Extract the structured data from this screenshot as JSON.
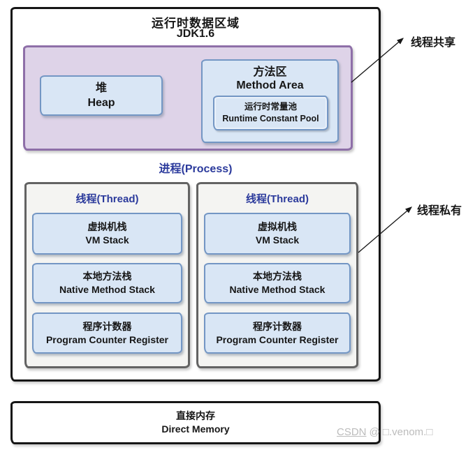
{
  "diagram": {
    "title": "运行时数据区域",
    "subtitle": "JDK1.6",
    "shared_region": {
      "heap": {
        "zh": "堆",
        "en": "Heap"
      },
      "method_area": {
        "zh": "方法区",
        "en": "Method Area",
        "runtime_constant_pool": {
          "zh": "运行时常量池",
          "en": "Runtime Constant Pool"
        }
      }
    },
    "process_label": "进程(Process)",
    "threads": [
      {
        "title": "线程(Thread)",
        "items": [
          {
            "zh": "虚拟机栈",
            "en": "VM Stack"
          },
          {
            "zh": "本地方法栈",
            "en": "Native Method Stack"
          },
          {
            "zh": "程序计数器",
            "en": "Program Counter Register"
          }
        ]
      },
      {
        "title": "线程(Thread)",
        "items": [
          {
            "zh": "虚拟机栈",
            "en": "VM Stack"
          },
          {
            "zh": "本地方法栈",
            "en": "Native Method Stack"
          },
          {
            "zh": "程序计数器",
            "en": "Program Counter Register"
          }
        ]
      }
    ],
    "annotations": {
      "shared": "线程共享",
      "private": "线程私有"
    },
    "direct_memory": {
      "zh": "直接内存",
      "en": "Direct Memory"
    },
    "watermark": {
      "brand": "CSDN",
      "handle": "@ □.venom.□"
    }
  },
  "colors": {
    "purple-fill": "#ded3e8",
    "purple-border": "#8e6fa8",
    "blue-fill": "#d9e6f5",
    "blue-border": "#7396c4",
    "thread-fill": "#f4f4f2",
    "thread-border": "#636363",
    "blue-text": "#2b3a9c",
    "ink": "#161616",
    "watermark": "#bcbcbc"
  }
}
